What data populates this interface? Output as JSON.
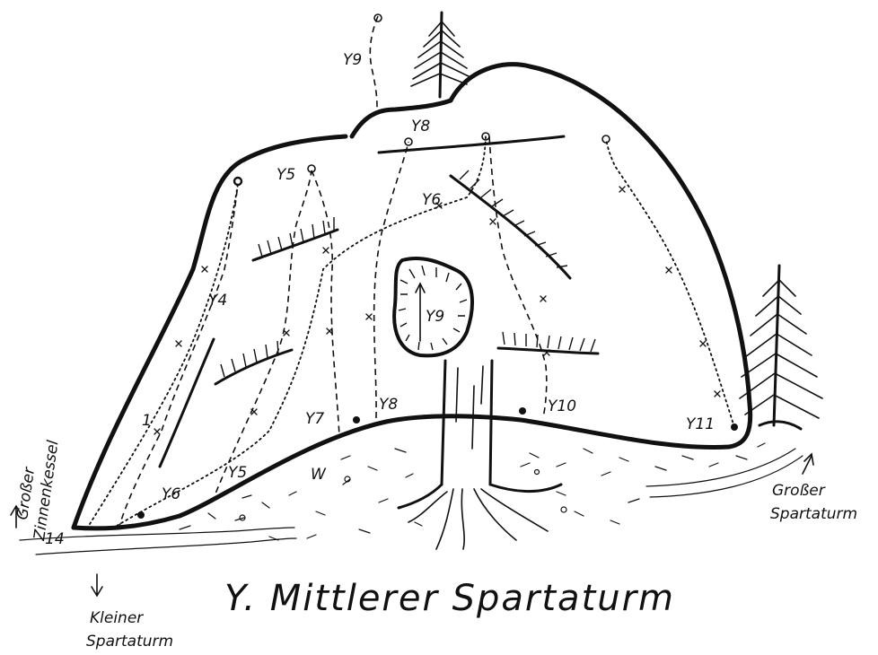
{
  "title": "Y. Mittlerer Spartaturm",
  "neighbors": {
    "left_up": [
      "Großer",
      "Zinnenkessel"
    ],
    "right": [
      "Großer",
      "Spartaturm"
    ],
    "bottom": [
      "Kleiner",
      "Spartaturm"
    ]
  },
  "routes": [
    {
      "id": "y1",
      "label": "1"
    },
    {
      "id": "y4",
      "label": "Y4"
    },
    {
      "id": "y5-top",
      "label": "Y5"
    },
    {
      "id": "y5-bottom",
      "label": "Y5"
    },
    {
      "id": "y6-top",
      "label": "Y6"
    },
    {
      "id": "y6-bottom",
      "label": "Y6"
    },
    {
      "id": "y7",
      "label": "Y7"
    },
    {
      "id": "y8-top",
      "label": "Y8"
    },
    {
      "id": "y8-bottom",
      "label": "Y8"
    },
    {
      "id": "y9-top",
      "label": "Y9"
    },
    {
      "id": "y9-cave",
      "label": "Y9"
    },
    {
      "id": "y10",
      "label": "Y10"
    },
    {
      "id": "y11",
      "label": "Y11"
    }
  ],
  "ground_marks": [
    "W",
    "14"
  ]
}
